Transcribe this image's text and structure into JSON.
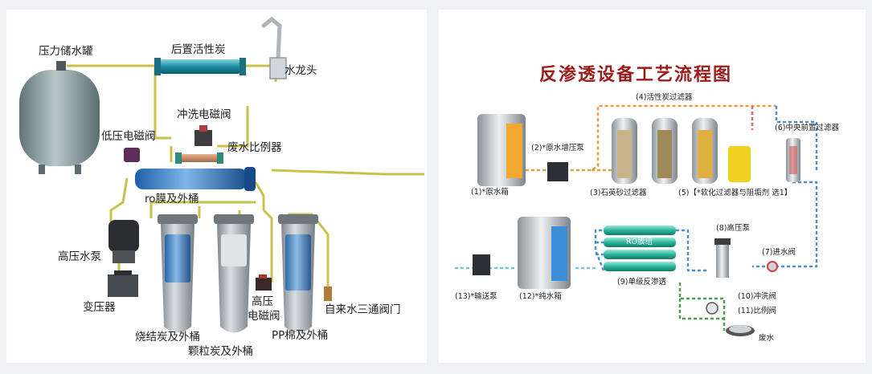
{
  "left": {
    "labels": {
      "tank": "压力储水罐",
      "post_carbon": "后置活性炭",
      "faucet": "水龙头",
      "flush_valve": "冲洗电磁阀",
      "low_pressure_valve": "低压电磁阀",
      "waste_ratio": "废水比例器",
      "ro_membrane": "ro膜及外桶",
      "pump": "高压水泵",
      "transformer": "变压器",
      "hp_valve_1": "高压",
      "hp_valve_2": "电磁阀",
      "inlet_valve": "自来水三通阀门",
      "sinter_carbon": "烧结炭及外桶",
      "granular_carbon": "颗粒炭及外桶",
      "pp_cotton": "PP棉及外桶"
    }
  },
  "right": {
    "title": "反渗透设备工艺流程图",
    "labels": {
      "raw_tank": "(1)*原水箱",
      "booster_pump": "(2)*原水增压泵",
      "quartz": "(3)石英砂过滤器",
      "carbon": "(4)活性炭过滤器",
      "softener": "(5)【*软化过滤器与阻垢剂 选1】",
      "pre_filter": "(6)中央前置过滤器",
      "inlet_valve": "(7)进水阀",
      "hp_pump": "(8)高压泵",
      "single_ro": "(9)单级反渗透",
      "ro_group": "RO膜组",
      "flush_valve": "(10)冲洗阀",
      "ratio_valve": "(11)比例阀",
      "pure_tank": "(12)*纯水箱",
      "transfer_pump": "(13)*输送泵",
      "waste": "废水"
    }
  }
}
